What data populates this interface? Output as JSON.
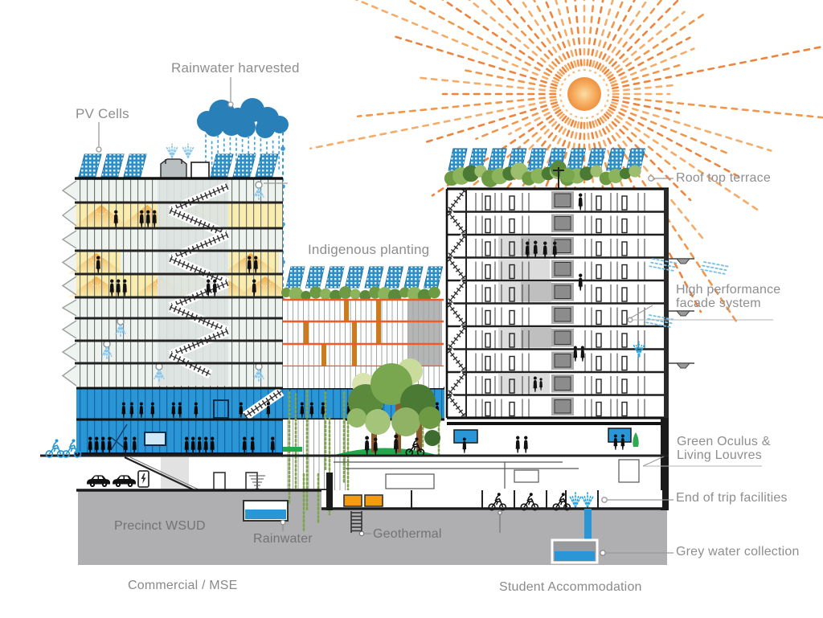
{
  "labels": {
    "rainwater_harvested": "Rainwater harvested",
    "pv_cells": "PV Cells",
    "indigenous_planting": "Indigenous planting",
    "roof_top_terrace": "Roof top terrace",
    "high_performance_line1": "High performance",
    "high_performance_line2": "facade system",
    "green_oculus_line1": "Green Oculus &",
    "green_oculus_line2": "Living Louvres",
    "end_of_trip": "End of trip facilities",
    "grey_water": "Grey water collection",
    "precinct_wsud": "Precinct WSUD",
    "rainwater": "Rainwater",
    "geothermal": "Geothermal"
  },
  "zones": {
    "left_building": "Commercial / MSE",
    "right_building": "Student Accommodation"
  },
  "icons": [
    "sun-icon",
    "rain-cloud-icon",
    "pv-panel-icon",
    "sprinkler-icon",
    "shower-icon",
    "bicycle-icon",
    "car-icon",
    "ev-charger-icon",
    "tree-icon",
    "person-icon",
    "rainwater-tank-icon",
    "geothermal-coil-icon",
    "grey-water-tank-icon"
  ],
  "colors": {
    "label_text": "#8E8E90",
    "sun_core": "#F4A14E",
    "sun_rays": [
      "#F4A55C",
      "#EF8F3C",
      "#EC7A2E"
    ],
    "cloud": "#2980B8",
    "rain": "#4DA6D8",
    "pv_panel": "#2E8FC7",
    "glass": "#2B96D6",
    "glass_mullion": "#1568A8",
    "orange_stripe": "#F05A28",
    "timber_accent": "#C97B1E",
    "geothermal_unit": "#F39C12",
    "vine_green": "#7FA34E",
    "ground_green": "#22A84A",
    "underground_grey": "#AFAFB1",
    "lit_floor": "#F9ECAC",
    "light_cone": "#F2A63C",
    "structure": "#222222"
  }
}
